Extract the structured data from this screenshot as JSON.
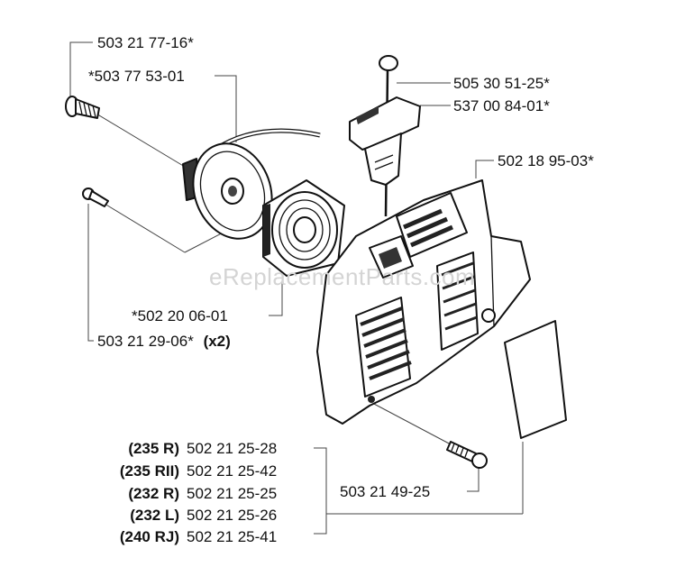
{
  "watermark": "eReplacementParts.com",
  "callouts": {
    "screw_top": "503 21 77-16*",
    "pulley": "*503 77 53-01",
    "spring_cassette": "*502 20 06-01",
    "screw_left": "503 21 29-06*",
    "screw_left_qty": "(x2)",
    "knob": "505 30 51-25*",
    "handle": "537 00 84-01*",
    "cover": "502 18 95-03*",
    "bottom_screw": "503 21 49-25"
  },
  "model_variants": [
    {
      "model": "(235 R)",
      "part": "502 21 25-28"
    },
    {
      "model": "(235 RII)",
      "part": "502 21 25-42"
    },
    {
      "model": "(232 R)",
      "part": "502 21 25-25"
    },
    {
      "model": "(232 L)",
      "part": "502 21 25-26"
    },
    {
      "model": "(240 RJ)",
      "part": "502 21 25-41"
    }
  ]
}
